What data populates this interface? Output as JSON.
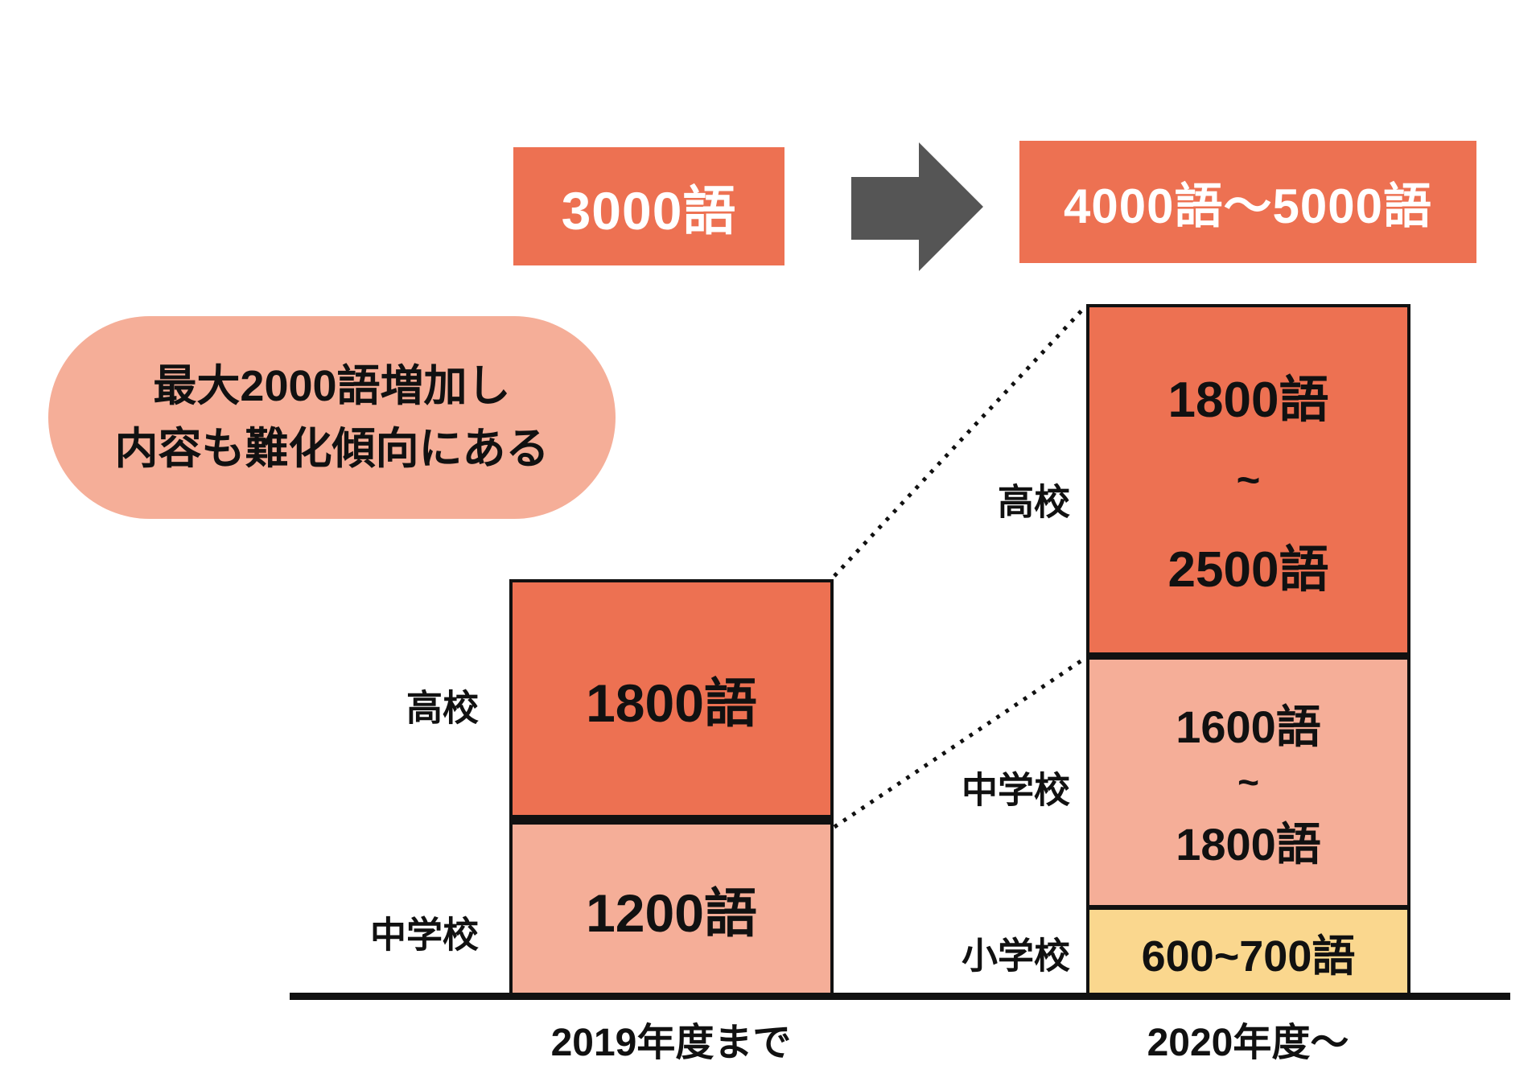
{
  "colors": {
    "orange": "#ED7152",
    "salmon": "#F5AE98",
    "yellow": "#FAD78E",
    "arrow_gray": "#555555",
    "ink": "#111111"
  },
  "flow": {
    "before": "3000語",
    "after": "4000語〜5000語"
  },
  "callout": {
    "line1": "最大2000語増加し",
    "line2": "内容も難化傾向にある"
  },
  "left_bar": {
    "axis_label": "2019年度まで",
    "segments": [
      {
        "label": "高校",
        "value": "1800語"
      },
      {
        "label": "中学校",
        "value": "1200語"
      }
    ]
  },
  "right_bar": {
    "axis_label": "2020年度〜",
    "segments": [
      {
        "label": "高校",
        "line1": "1800語",
        "line2": "~",
        "line3": "2500語"
      },
      {
        "label": "中学校",
        "line1": "1600語",
        "line2": "~",
        "line3": "1800語"
      },
      {
        "label": "小学校",
        "value": "600~700語"
      }
    ]
  },
  "chart_data": {
    "type": "bar",
    "subtype": "stacked",
    "title": "",
    "categories": [
      "2019年度まで",
      "2020年度〜"
    ],
    "series": [
      {
        "name": "小学校",
        "color": "#FAD78E",
        "values_label": [
          "",
          "600~700語"
        ],
        "values_min": [
          0,
          600
        ],
        "values_max": [
          0,
          700
        ]
      },
      {
        "name": "中学校",
        "color": "#F5AE98",
        "values_label": [
          "1200語",
          "1600語~1800語"
        ],
        "values_min": [
          1200,
          1600
        ],
        "values_max": [
          1200,
          1800
        ]
      },
      {
        "name": "高校",
        "color": "#ED7152",
        "values_label": [
          "1800語",
          "1800語~2500語"
        ],
        "values_min": [
          1800,
          1800
        ],
        "values_max": [
          1800,
          2500
        ]
      }
    ],
    "totals": [
      "3000語",
      "4000語〜5000語"
    ],
    "annotation": "最大2000語増加し 内容も難化傾向にある",
    "legend": false,
    "grid": false,
    "ylim": [
      0,
      5000
    ]
  }
}
